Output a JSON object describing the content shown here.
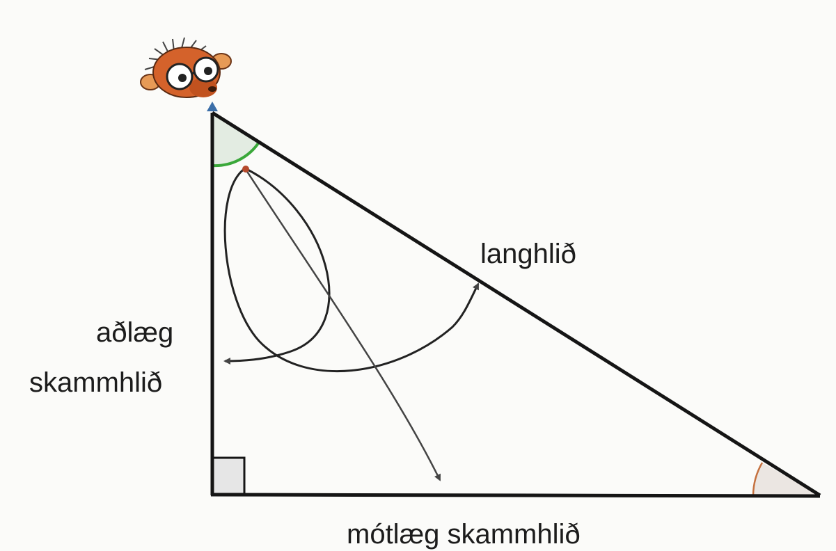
{
  "diagram": {
    "labels": {
      "hypotenuse": "langhlið",
      "adjacent_line1": "aðlæg",
      "adjacent_line2": "skammhlið",
      "opposite": "mótlæg skammhlið"
    },
    "colors": {
      "background": "#fbfbf9",
      "lines": "#151515",
      "apex_angle_arc": "#3aa83a",
      "apex_angle_fill": "#e3ece2",
      "base_angle_arc": "#c5713f",
      "base_angle_fill": "#ebe6e2",
      "right_angle_fill": "#e6e6e6",
      "pivot_dot": "#b54a2c",
      "mascot": "#d4622b"
    },
    "icons": [
      "mascot-character-icon",
      "right-angle-marker-icon",
      "curved-arrow-icon"
    ]
  }
}
